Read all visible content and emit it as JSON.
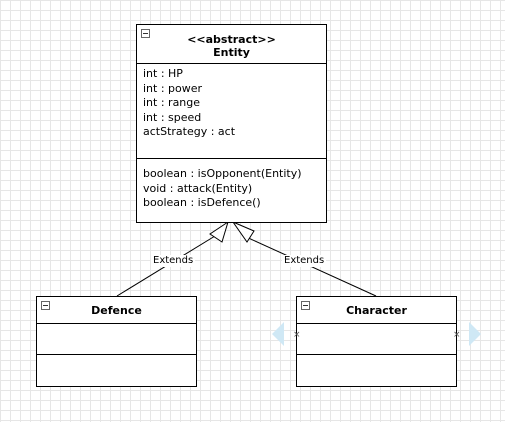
{
  "entity": {
    "stereotype": "<<abstract>>",
    "name": "Entity",
    "attributes": [
      "int : HP",
      "int : power",
      "int : range",
      "int : speed",
      "actStrategy : act"
    ],
    "methods": [
      "boolean : isOpponent(Entity)",
      "void : attack(Entity)",
      "boolean : isDefence()"
    ]
  },
  "defence": {
    "name": "Defence"
  },
  "character": {
    "name": "Character"
  },
  "edges": {
    "defence_label": "Extends",
    "character_label": "Extends"
  },
  "colors": {
    "grid": "#e6e6e6",
    "selection_handle": "#cfe8f5"
  }
}
